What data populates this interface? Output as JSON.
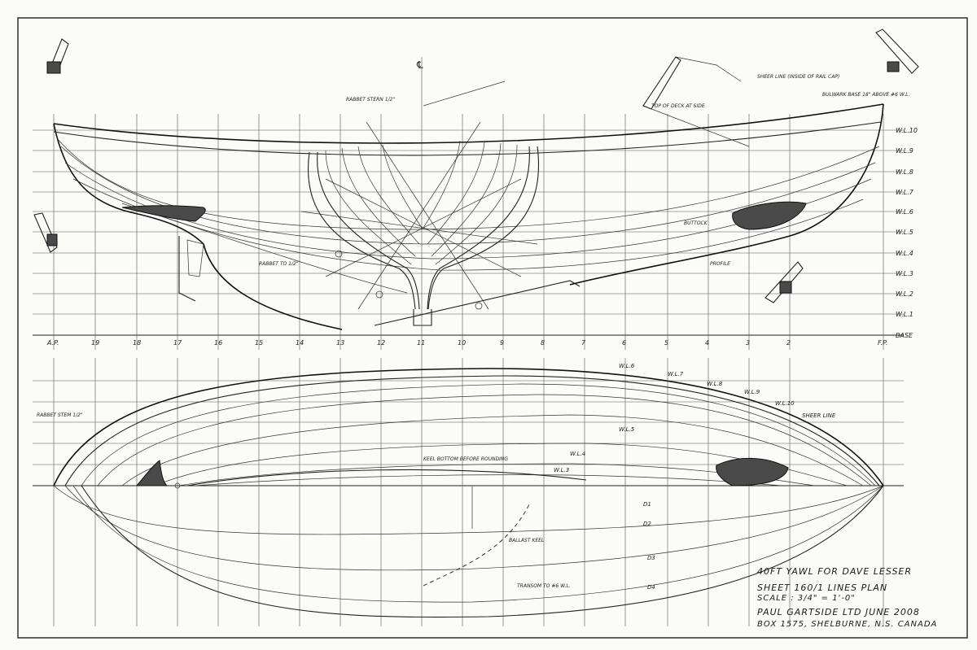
{
  "title_block": {
    "project": "40FT YAWL FOR DAVE LESSER",
    "sheet": "SHEET 160/1  LINES PLAN",
    "scale": "SCALE :  3/4\" = 1'-0\"",
    "designer_date": "PAUL GARTSIDE LTD   JUNE 2008",
    "address": "BOX 1575, SHELBURNE, N.S.  CANADA"
  },
  "profile": {
    "waterlines": [
      "W.L.10",
      "W.L.9",
      "W.L.8",
      "W.L.7",
      "W.L.6",
      "W.L.5",
      "W.L.4",
      "W.L.3",
      "W.L.2",
      "W.L.1",
      "BASE"
    ],
    "stations_left": [
      "A.P.",
      "19",
      "18",
      "17",
      "16",
      "15",
      "14",
      "13",
      "12",
      "11"
    ],
    "stations_right": [
      "10",
      "9",
      "8",
      "7",
      "6",
      "5",
      "4",
      "3",
      "2",
      "F.P."
    ],
    "sheer_note": "SHEER LINE (INSIDE OF RAIL CAP)",
    "bulwark_note": "BULWARK BASE 18\" ABOVE #6 W.L.",
    "rabbet_stern": "RABBET STERN 1/2\"",
    "top_of_deck": "TOP OF DECK AT SIDE",
    "cl_label": "℄",
    "profile_label": "PROFILE",
    "rabbet_label": "RABBET TO 1/2\"",
    "buttock_label": "BUTTOCK"
  },
  "plan": {
    "waterline_labels": [
      "W.L.6",
      "W.L.7",
      "W.L.8",
      "W.L.9",
      "W.L.10",
      "W.L.5",
      "W.L.4",
      "W.L.3"
    ],
    "sheer_label": "SHEER LINE",
    "rabbet_stem": "RABBET STEM 1/2\"",
    "keel_note": "KEEL BOTTOM BEFORE ROUNDING",
    "ballast_note": "BALLAST KEEL",
    "diagonals": [
      "D1",
      "D2",
      "D3",
      "D4"
    ],
    "diag_note": "TRANSOM TO #6 W.L."
  }
}
